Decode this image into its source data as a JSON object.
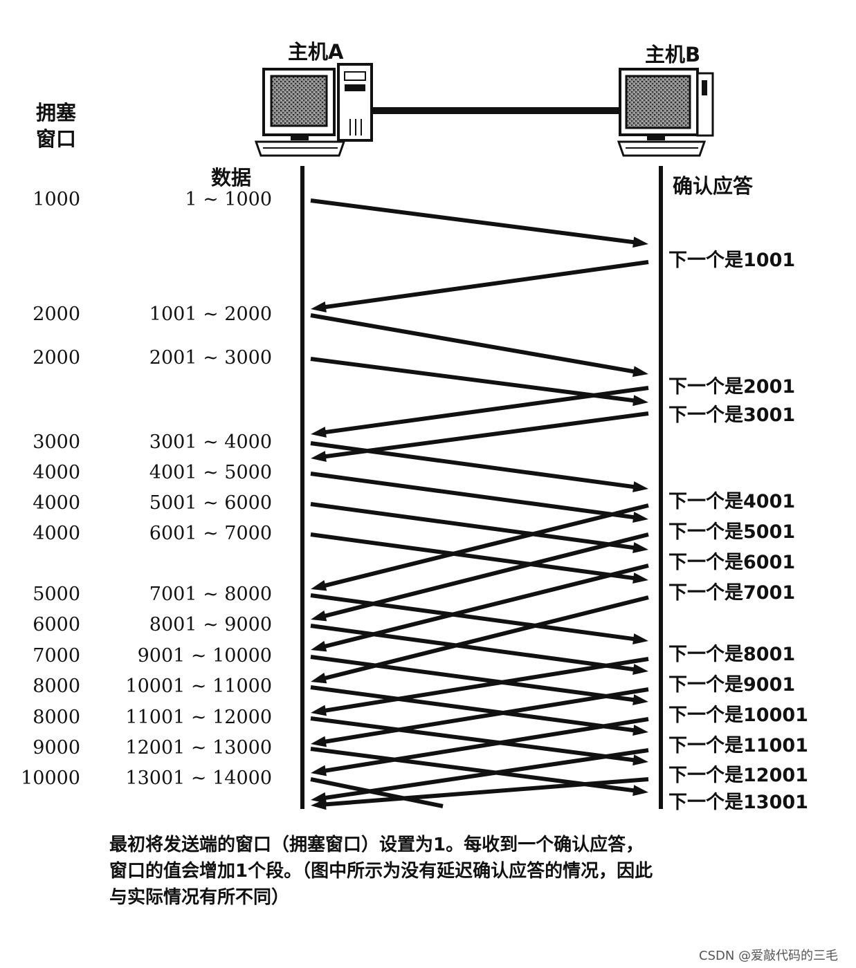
{
  "hosts": {
    "a": "主机A",
    "b": "主机B"
  },
  "headers": {
    "cwnd": "拥塞\n窗口",
    "data": "数据",
    "ack": "确认应答"
  },
  "rows": [
    {
      "cwnd": "1000",
      "range": "1 ~ 1000"
    },
    {
      "cwnd": "2000",
      "range": "1001 ~ 2000"
    },
    {
      "cwnd": "2000",
      "range": "2001 ~ 3000"
    },
    {
      "cwnd": "3000",
      "range": "3001 ~ 4000"
    },
    {
      "cwnd": "4000",
      "range": "4001 ~ 5000"
    },
    {
      "cwnd": "4000",
      "range": "5001 ~ 6000"
    },
    {
      "cwnd": "4000",
      "range": "6001 ~ 7000"
    },
    {
      "cwnd": "5000",
      "range": "7001 ~ 8000"
    },
    {
      "cwnd": "6000",
      "range": "8001 ~ 9000"
    },
    {
      "cwnd": "7000",
      "range": "9001 ~ 10000"
    },
    {
      "cwnd": "8000",
      "range": "10001 ~ 11000"
    },
    {
      "cwnd": "8000",
      "range": "11001 ~ 12000"
    },
    {
      "cwnd": "9000",
      "range": "12001 ~ 13000"
    },
    {
      "cwnd": "10000",
      "range": "13001 ~ 14000"
    }
  ],
  "acks": [
    "下一个是1001",
    "下一个是2001",
    "下一个是3001",
    "下一个是4001",
    "下一个是5001",
    "下一个是6001",
    "下一个是7001",
    "下一个是8001",
    "下一个是9001",
    "下一个是10001",
    "下一个是11001",
    "下一个是12001",
    "下一个是13001"
  ],
  "caption": [
    "最初将发送端的窗口（拥塞窗口）设置为1。每收到一个确认应答，",
    "窗口的值会增加1个段。（图中所示为没有延迟确认应答的情况，因此",
    "与实际情况有所不同）"
  ],
  "watermark": "CSDN @爱敲代码的三毛",
  "icons": {
    "host_a": "desktop-computer-icon",
    "host_b": "desktop-computer-icon"
  }
}
